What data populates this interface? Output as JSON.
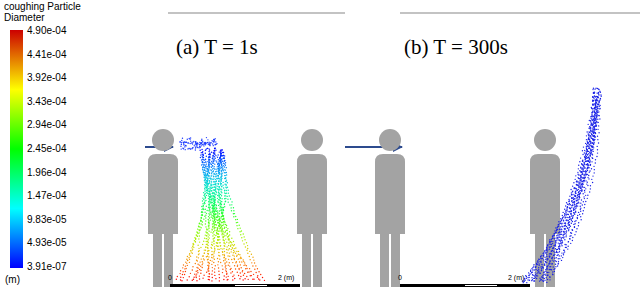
{
  "diagram": {
    "labels": [
      "coughing Particle Diameter",
      "4.90e-04",
      "4.41e-04",
      "3.92e-04",
      "3.43e-04",
      "2.94e-04",
      "2.45e-04",
      "1.96e-04",
      "1.47e-04",
      "9.83e-05",
      "4.93e-05",
      "3.91e-07",
      "(m)",
      "(a) T = 1s",
      "(b) T = 300s",
      "0",
      "2 (m)",
      "0",
      "2 (m)"
    ]
  }
}
